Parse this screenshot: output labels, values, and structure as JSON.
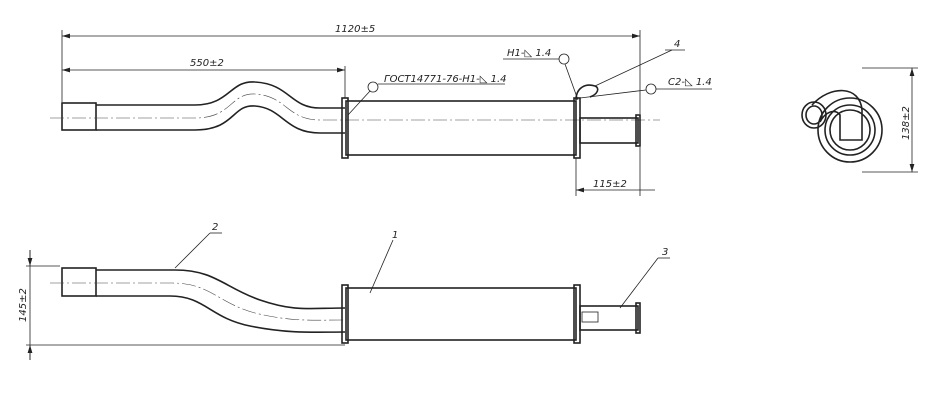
{
  "dimensions": {
    "overall_length": "1120±5",
    "inlet_length": "550±2",
    "outlet_length": "115±2",
    "side_height": "138±2",
    "vertical_offset": "145±2"
  },
  "weld_notes": {
    "gost": "ГОСТ14771-76-Н1-◺ 1.4",
    "h1": "Н1-◺ 1.4",
    "c2": "С2-◺ 1.4"
  },
  "part_callouts": [
    "1",
    "2",
    "3",
    "4"
  ]
}
